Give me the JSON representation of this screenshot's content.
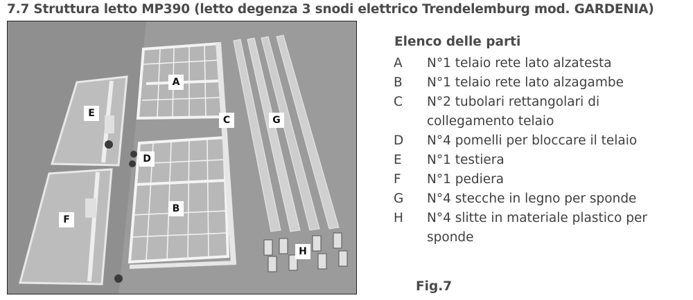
{
  "heading": "7.7 Struttura letto MP390 (letto degenza 3 snodi elettrico Trendelemburg mod. GARDENIA)",
  "photo_labels": {
    "A": "A",
    "B": "B",
    "C": "C",
    "D": "D",
    "E": "E",
    "F": "F",
    "G": "G",
    "H": "H"
  },
  "parts_list": {
    "title": "Elenco delle parti",
    "items": [
      {
        "letter": "A",
        "text": "N°1 telaio rete lato alzatesta"
      },
      {
        "letter": "B",
        "text": "N°1 telaio rete lato alzagambe"
      },
      {
        "letter": "C",
        "text": "N°2 tubolari rettangolari di collegamento telaio"
      },
      {
        "letter": "D",
        "text": "N°4 pomelli per bloccare il telaio"
      },
      {
        "letter": "E",
        "text": "N°1 testiera"
      },
      {
        "letter": "F",
        "text": "N°1 pediera"
      },
      {
        "letter": "G",
        "text": "N°4 stecche in legno per sponde"
      },
      {
        "letter": "H",
        "text": "N°4 slitte in materiale plastico per sponde"
      }
    ]
  },
  "figure_caption": "Fig.7"
}
